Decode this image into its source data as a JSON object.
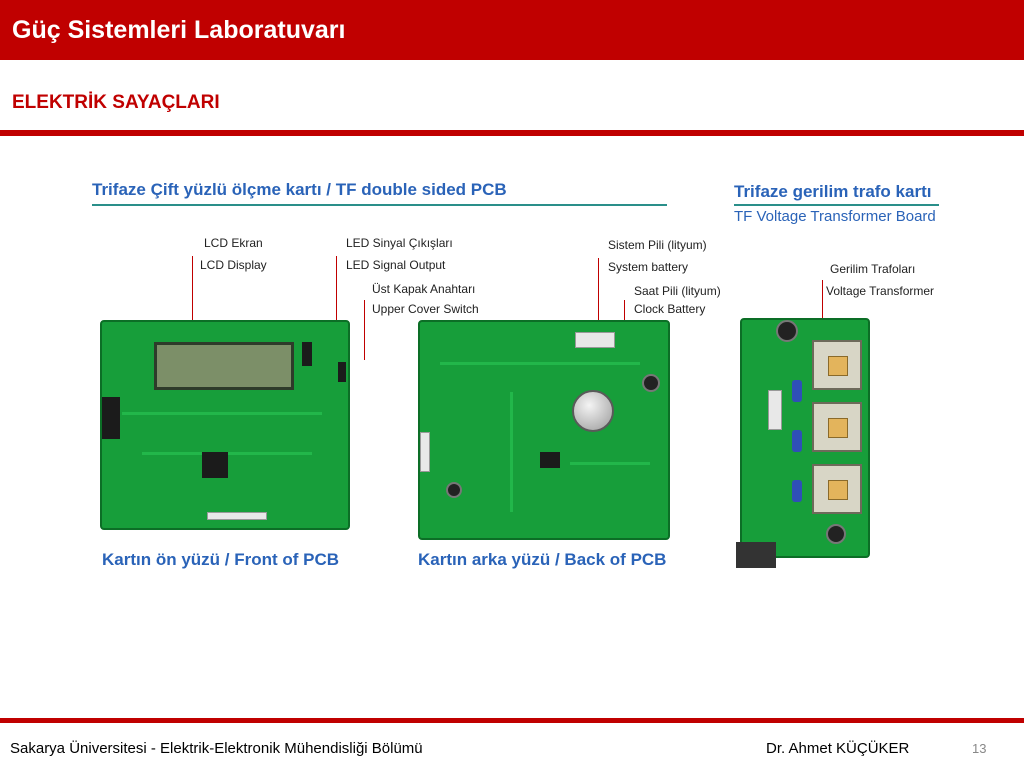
{
  "header": {
    "title": "Güç Sistemleri Laboratuvarı"
  },
  "slide": {
    "subtitle": "ELEKTRİK SAYAÇLARI"
  },
  "figure": {
    "left_heading": "Trifaze Çift yüzlü ölçme kartı / TF double sided PCB",
    "right_heading_1": "Trifaze gerilim trafo kartı",
    "right_heading_2": "TF Voltage Transformer Board",
    "labels": {
      "lcd_tr": "LCD Ekran",
      "lcd_en": "LCD Display",
      "led_tr": "LED Sinyal Çıkışları",
      "led_en": "LED  Signal Output",
      "switch_tr": "Üst Kapak Anahtarı",
      "switch_en": "Upper Cover Switch",
      "sysbat_tr": "Sistem Pili (lityum)",
      "sysbat_en": "System battery",
      "clockbat_tr": "Saat Pili (lityum)",
      "clockbat_en": "Clock Battery",
      "trafo_tr": "Gerilim Trafoları",
      "trafo_en": "Voltage Transformer"
    },
    "front_caption": "Kartın ön yüzü / Front of PCB",
    "back_caption": "Kartın arka yüzü / Back of PCB"
  },
  "footer": {
    "institution": "Sakarya Üniversitesi  - Elektrik-Elektronik Mühendisliği Bölümü",
    "author": "Dr. Ahmet KÜÇÜKER",
    "page": "13"
  },
  "colors": {
    "brand_red": "#c00000",
    "caption_blue": "#2a63b8",
    "pcb_green": "#179e3a"
  }
}
